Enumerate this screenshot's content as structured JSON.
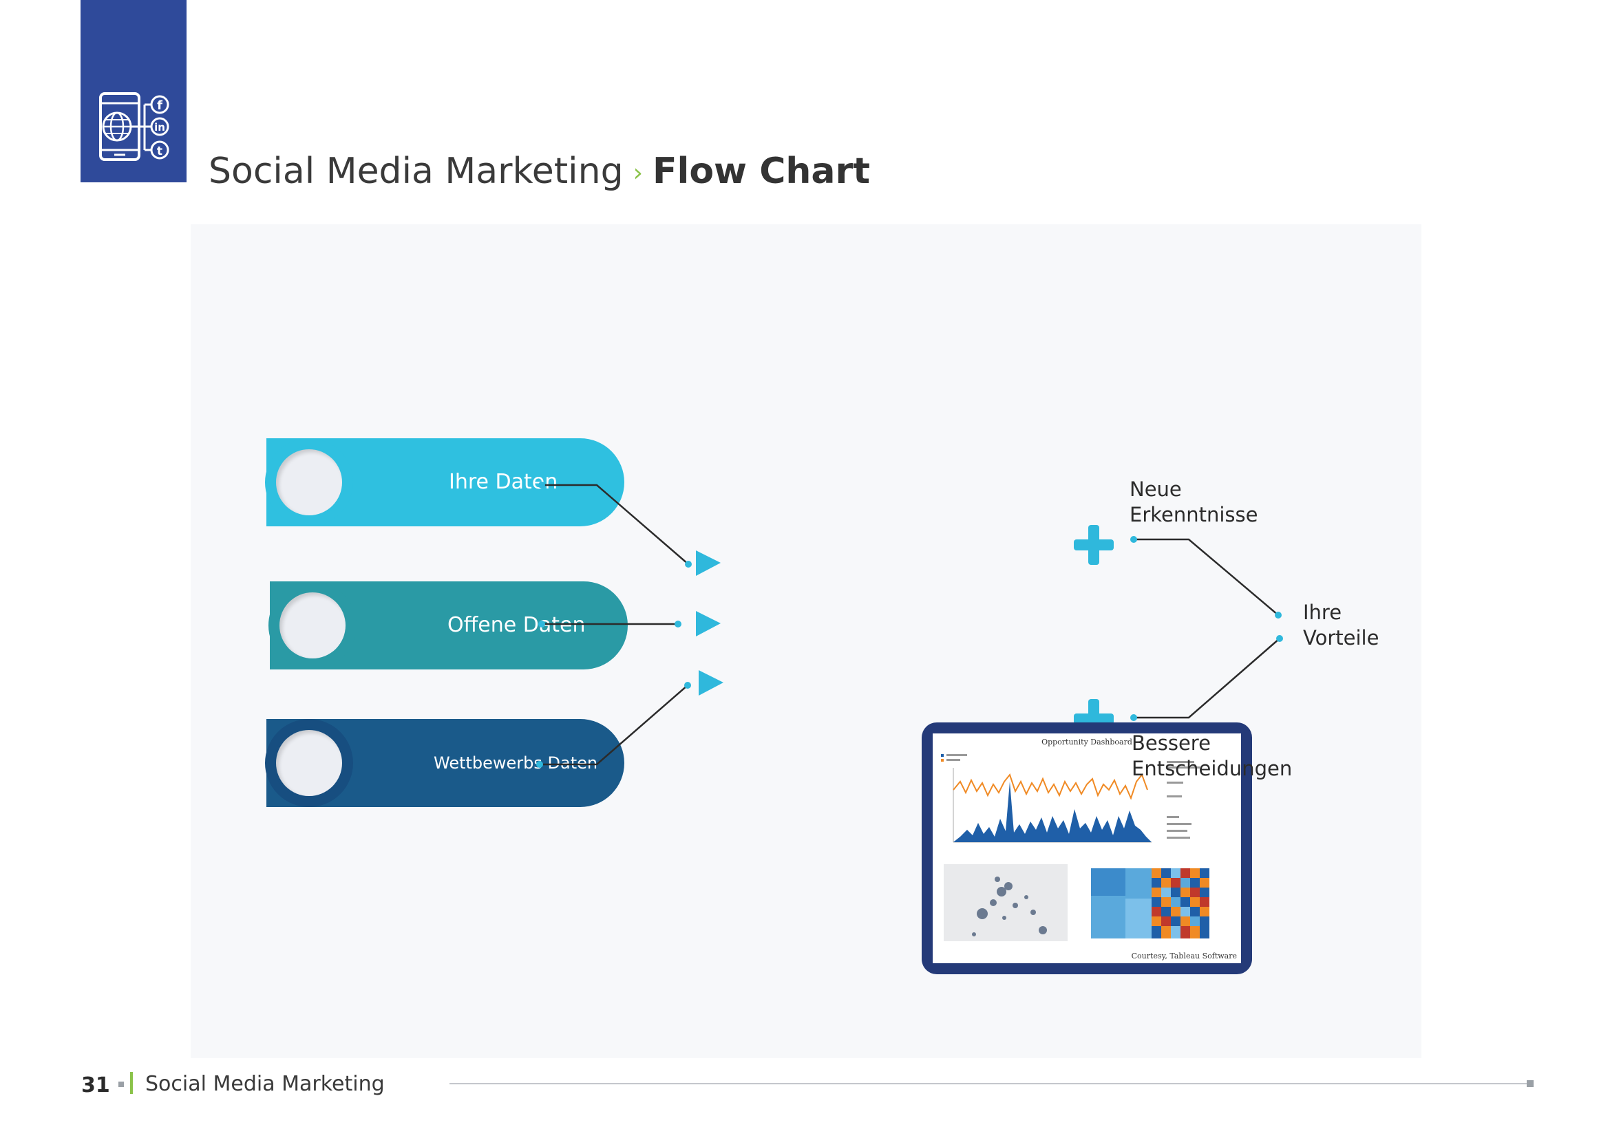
{
  "header": {
    "section": "Social Media Marketing",
    "separator": "›",
    "page_title": "Flow Chart"
  },
  "flow": {
    "sources": [
      {
        "label": "Ihre Daten",
        "color": "#2fc0e0",
        "ring_color": "#2fc0e0"
      },
      {
        "label": "Offene Daten",
        "color": "#2a9aa5",
        "ring_color": "#2a9aa5"
      },
      {
        "label": "Wettbewerbs Daten",
        "color": "#1a5a8a",
        "ring_color": "#174e80"
      }
    ],
    "dashboard": {
      "title": "Opportunity Dashboard",
      "courtesy": "Courtesy, Tableau Software",
      "frame_color": "#243a78"
    },
    "outputs": {
      "top_line1": "Neue",
      "top_line2": "Erkenntnisse",
      "bottom_line1": "Bessere",
      "bottom_line2": "Entscheidungen",
      "result_line1": "Ihre",
      "result_line2": "Vorteile"
    },
    "accent": "#2fb8dc"
  },
  "footer": {
    "page_number": "31",
    "label": "Social Media Marketing"
  },
  "icons": [
    "globe-phone-icon",
    "facebook-icon",
    "linkedin-icon",
    "twitter-icon",
    "plus-icon",
    "arrow-right-icon"
  ]
}
